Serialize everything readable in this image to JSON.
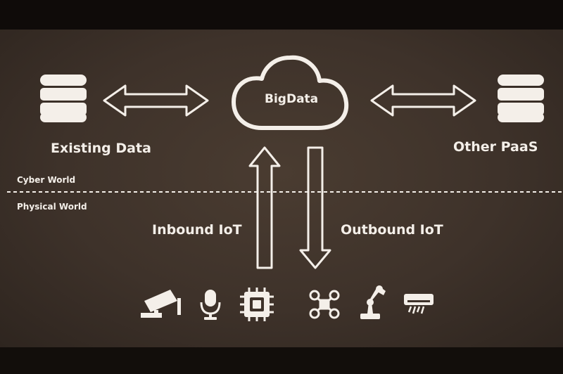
{
  "nodes": {
    "bigdata": "BigData",
    "existing_data": "Existing Data",
    "other_paas": "Other PaaS"
  },
  "zones": {
    "cyber": "Cyber World",
    "physical": "Physical World"
  },
  "flows": {
    "inbound": "Inbound IoT",
    "outbound": "Outbound IoT"
  },
  "devices": {
    "inbound": [
      "cctv-camera-icon",
      "microphone-icon",
      "chip-icon"
    ],
    "outbound": [
      "drone-icon",
      "robot-arm-icon",
      "air-conditioner-icon"
    ]
  },
  "colors": {
    "background": "#3e322a",
    "foreground": "#f4efe9"
  }
}
